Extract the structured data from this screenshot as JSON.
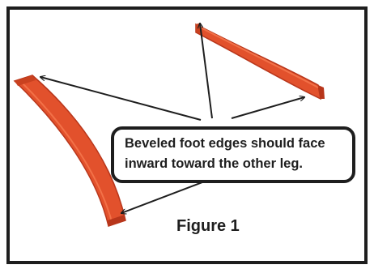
{
  "callout": {
    "line1": "Beveled foot edges should face",
    "line2": "inward toward the other leg."
  },
  "caption": "Figure 1",
  "colors": {
    "frame": "#1e1e1e",
    "wood_main": "#e2512c",
    "wood_light": "#f27148",
    "wood_dark": "#b8361b",
    "arrow": "#1e1e1e",
    "text": "#1f1f1f"
  }
}
